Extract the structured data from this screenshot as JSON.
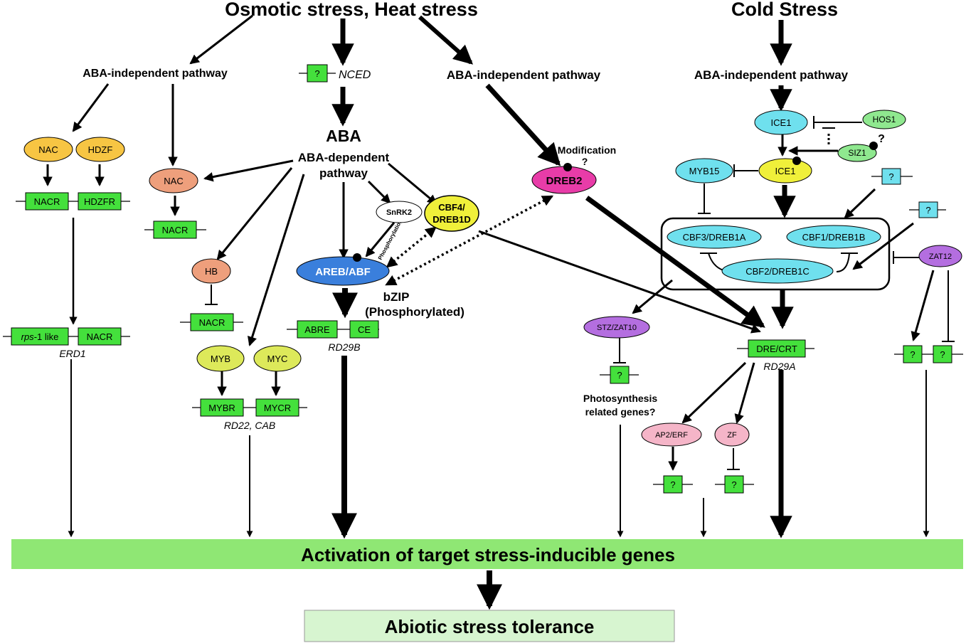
{
  "headings": {
    "osmotic": "Osmotic stress, Heat stress",
    "cold": "Cold Stress",
    "aba_indep": "ABA-independent pathway",
    "aba": "ABA",
    "aba_dep_1": "ABA-dependent",
    "aba_dep_2": "pathway",
    "nced": "NCED",
    "modification": "Modification",
    "question": "?",
    "phosphorylation": "Phosphorylation",
    "bzip_1": "bZIP",
    "bzip_2": "(Phosphorylated)",
    "photo_1": "Photosynthesis",
    "photo_2": "related genes?"
  },
  "ovals": {
    "nac_l": "NAC",
    "hdzf": "HDZF",
    "nac_m": "NAC",
    "hb": "HB",
    "myb": "MYB",
    "myc": "MYC",
    "snrk2": "SnRK2",
    "cbf4_1": "CBF4/",
    "cbf4_2": "DREB1D",
    "areb": "AREB/ABF",
    "dreb2": "DREB2",
    "ice1_top": "ICE1",
    "hos1": "HOS1",
    "siz1": "SIZ1",
    "myb15": "MYB15",
    "ice1_mid": "ICE1",
    "cbf3": "CBF3/DREB1A",
    "cbf1": "CBF1/DREB1B",
    "cbf2": "CBF2/DREB1C",
    "zat12": "ZAT12",
    "stz": "STZ/ZAT10",
    "ap2": "AP2/ERF",
    "zf": "ZF"
  },
  "boxes": {
    "nacr": "NACR",
    "hdzfr": "HDZFR",
    "rps_italic": "rps",
    "rps_rest": "-1 like",
    "mybr": "MYBR",
    "mycr": "MYCR",
    "abre": "ABRE",
    "ce": "CE",
    "drecrt": "DRE/CRT",
    "unknown": "?"
  },
  "gene_labels": {
    "erd1": "ERD1",
    "rd22": "RD22, CAB",
    "rd29b": "RD29B",
    "rd29a": "RD29A"
  },
  "outputs": {
    "activation": "Activation of target stress-inducible genes",
    "tolerance": "Abiotic stress tolerance"
  },
  "colors": {
    "orange": "#f7c543",
    "salmon": "#ee9f7c",
    "yellow_green": "#dde95a",
    "yellow": "#f0f03a",
    "blue": "#3a7fdc",
    "magenta": "#e83ca8",
    "cyan": "#6fe0ee",
    "light_green": "#8fe88f",
    "purple": "#b46ee0",
    "pink": "#f5b5c8",
    "box_green": "#44e03c",
    "banner_green": "#8fe774",
    "tolerance_green": "#d7f5d0"
  }
}
